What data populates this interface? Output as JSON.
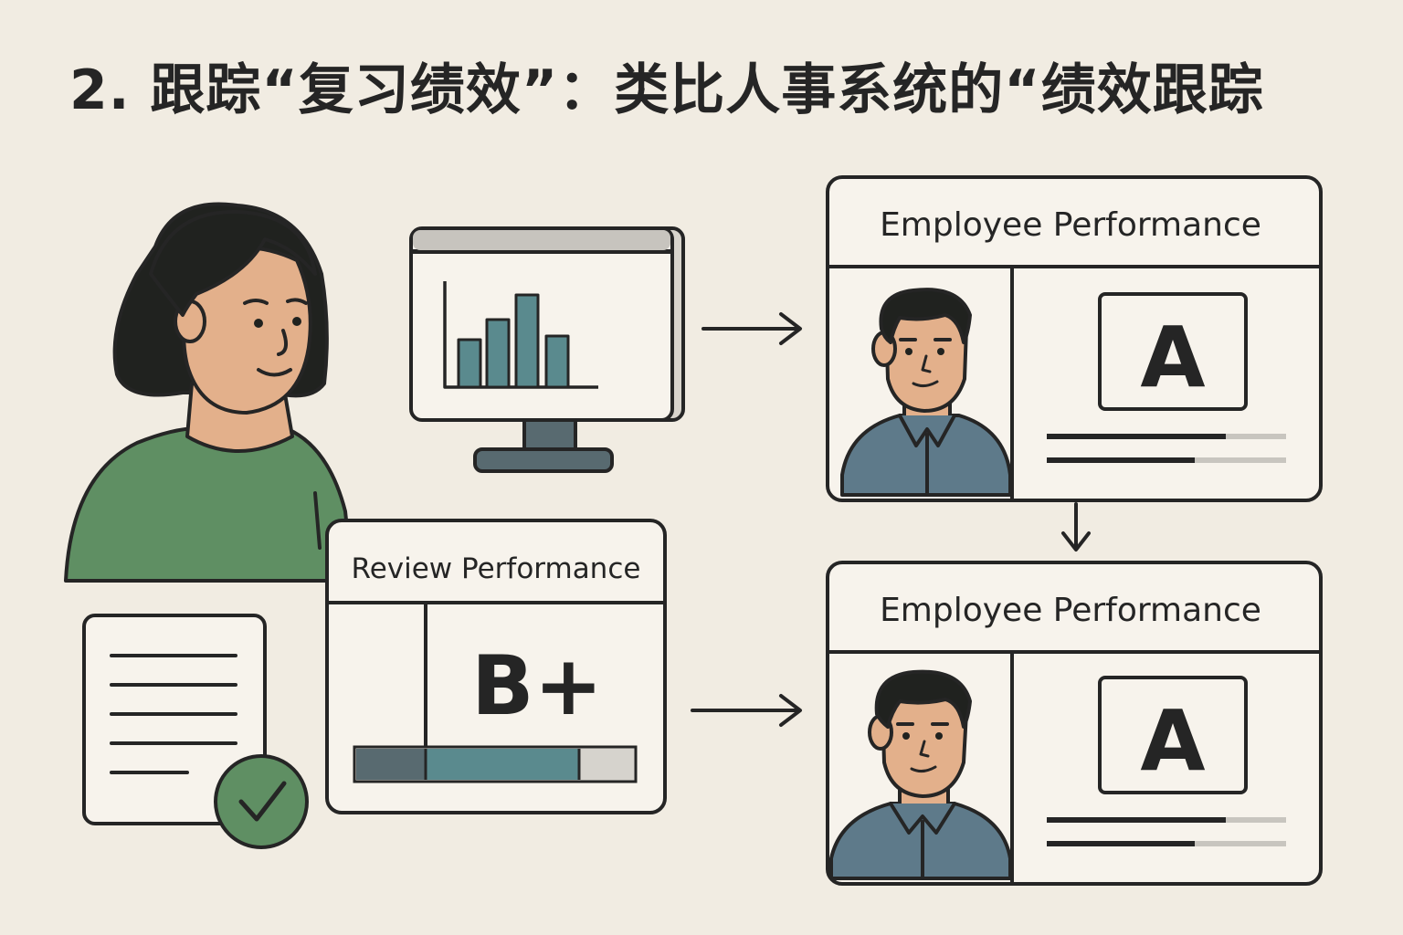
{
  "title": "2. 跟踪“复习绩效”：类比人事系统的“绩效跟踪",
  "review_card": {
    "header": "Review Performance",
    "grade": "B+"
  },
  "employee_cards": [
    {
      "header": "Employee Performance",
      "grade": "A"
    },
    {
      "header": "Employee Performance",
      "grade": "A"
    }
  ],
  "colors": {
    "background": "#f1ece2",
    "outline": "#252525",
    "card_fill": "#f7f3ec",
    "shirt_green": "#5f8f63",
    "shirt_blue": "#5e7a8a",
    "skin": "#e3b08b",
    "hair": "#20221f",
    "bar_teal": "#5a8a8e",
    "bar_dark": "#586a70",
    "check_green": "#5f8f63"
  },
  "icons": [
    "woman-avatar",
    "monitor-bar-chart-icon",
    "document-icon",
    "check-circle-icon",
    "arrow-right-icon",
    "arrow-down-icon",
    "man-avatar"
  ]
}
